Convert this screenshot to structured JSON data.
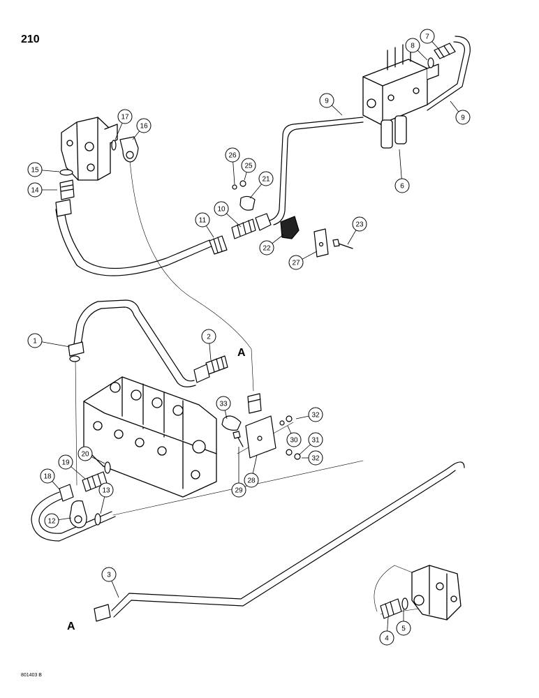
{
  "page": {
    "number": "210",
    "figure_code": "801403 B"
  },
  "callouts": [
    "1",
    "2",
    "3",
    "4",
    "5",
    "6",
    "7",
    "8",
    "9",
    "9",
    "10",
    "11",
    "12",
    "13",
    "14",
    "15",
    "16",
    "17",
    "18",
    "19",
    "20",
    "21",
    "22",
    "23",
    "25",
    "26",
    "27",
    "28",
    "29",
    "30",
    "31",
    "32",
    "32",
    "33"
  ],
  "connection_labels": [
    "A",
    "A"
  ]
}
